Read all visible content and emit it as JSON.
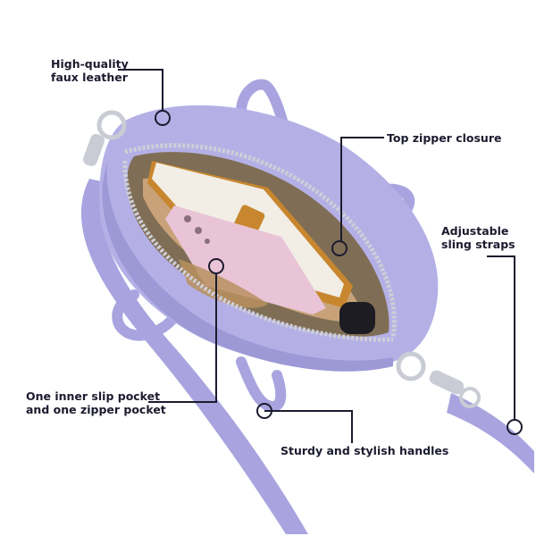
{
  "image": {
    "subject": "lavender-crossbody-bag",
    "palette": {
      "body": "#b4b0e6",
      "body_shadow": "#9d98d6",
      "interior": "#c9a27a",
      "book": "#f2eee6",
      "book_cover": "#c8872e",
      "phone": "#e9c4d6",
      "zipper": "#cfcfd6",
      "metal": "#c9ccd4",
      "callout_line": "#1b1b2f"
    }
  },
  "callouts": {
    "leather": {
      "line1": "High-quality",
      "line2": "faux leather"
    },
    "zipper": {
      "line1": "Top zipper closure"
    },
    "straps": {
      "line1": "Adjustable",
      "line2": "sling straps"
    },
    "pocket": {
      "line1": "One inner slip pocket",
      "line2": "and one zipper pocket"
    },
    "handles": {
      "line1": "Sturdy and stylish handles"
    }
  }
}
